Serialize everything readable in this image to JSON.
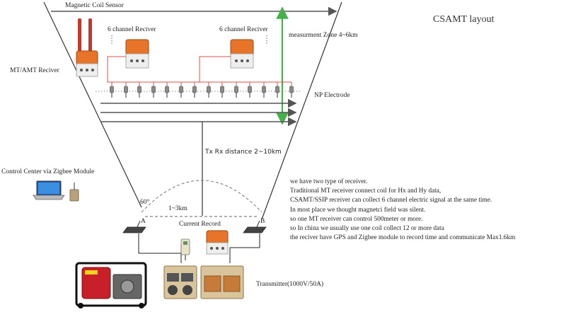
{
  "title": "CSAMT layout",
  "labels": {
    "magnetic_coil_sensor": "Magnetic Coil Sensor",
    "mt_amt_receiver": "MT/AMT Reciver",
    "six_channel_receiver_left": "6 channel Reciver",
    "six_channel_receiver_right": "6 channel Reciver",
    "measurement_zone": "measurment Zone 4~6km",
    "np_electrode": "NP Electrode",
    "tx_rx_distance": "Tx Rx distance 2~10km",
    "control_center": "Control Center via Zigbee Module",
    "angle": "60°",
    "ab_distance": "1~3km",
    "electrode_a": "A",
    "electrode_b": "B",
    "current_record": "Current Record",
    "transmitter": "Transmitter(1000V/50A)"
  },
  "notes": [
    "we have two type of receiver.",
    "Traditional MT receiver connect coil for Hx and Hy data,",
    "CSAMT/SSIP receiver can collect 6 channel electric signal at the same time.",
    "In most place we thought magnetci field was silent.",
    "so one MT receiver can control 500meter or more.",
    "so In china we usually use one coil collect 12 or more data",
    "the reciver have GPS and Zigbee module to record time and communicate Max1.6km"
  ],
  "colors": {
    "receiver_orange": "#e8742a",
    "zone_arrow_green": "#46b04a",
    "wire_red": "#d9534f",
    "line_gray": "#555555"
  }
}
